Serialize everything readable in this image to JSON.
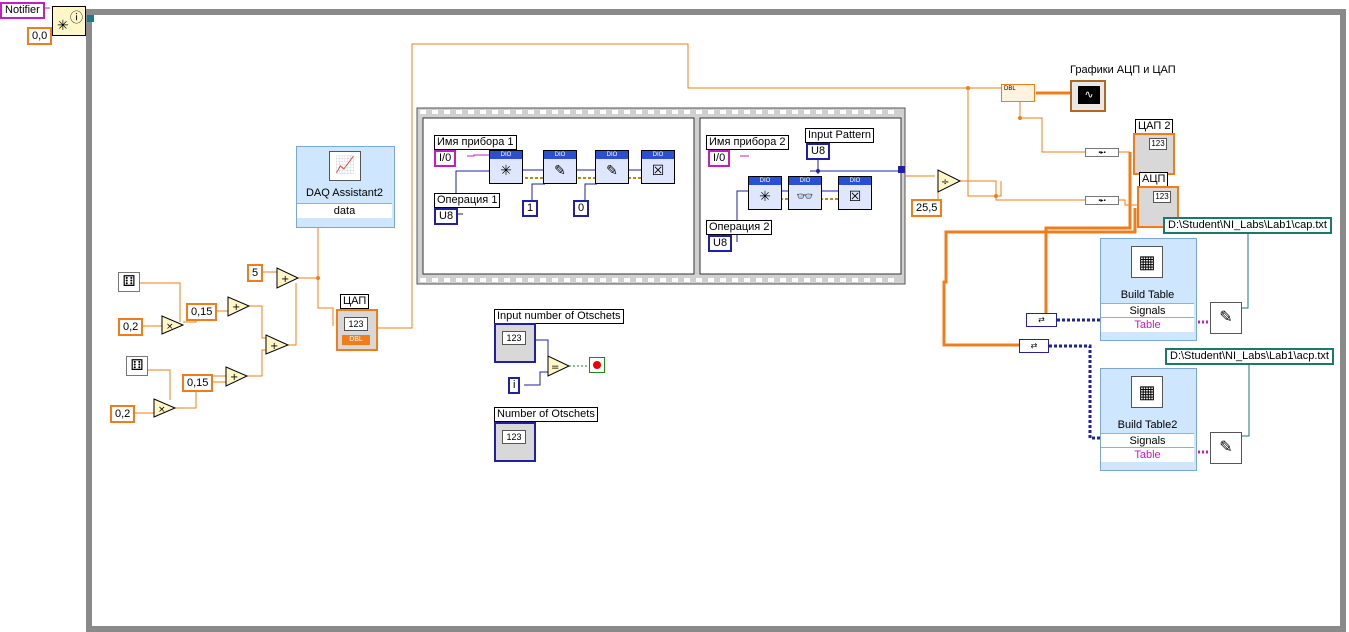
{
  "notifier": {
    "label": "Notifier",
    "value": "0,0"
  },
  "daq": {
    "title": "DAQ Assistant2",
    "port": "data"
  },
  "constants": {
    "c_02_a": "0,2",
    "c_015_a": "0,15",
    "c_015_b": "0,15",
    "c_02_b": "0,2",
    "c_5": "5",
    "c_255": "25,5",
    "c_one": "1",
    "c_zero": "0",
    "c_i": "i"
  },
  "indicators": {
    "dac": "ЦАП",
    "dac2": "ЦАП 2",
    "adc": "АЦП",
    "graphs": "Графики АЦП и ЦАП",
    "input_otschets": "Input number of Otschets",
    "number_otschets": "Number of Otschets",
    "input_pattern": "Input Pattern"
  },
  "frame1": {
    "device": "Имя прибора 1",
    "operation": "Операция 1"
  },
  "frame2": {
    "device": "Имя прибора 2",
    "operation": "Операция 2"
  },
  "types": {
    "io": "I/0",
    "u8": "U8",
    "dbl": "DBL",
    "num": "123"
  },
  "build1": {
    "title": "Build Table",
    "signals": "Signals",
    "table": "Table"
  },
  "build2": {
    "title": "Build Table2",
    "signals": "Signals",
    "table": "Table"
  },
  "paths": {
    "cap": "D:\\Student\\NI_Labs\\Lab1\\cap.txt",
    "acp": "D:\\Student\\NI_Labs\\Lab1\\acp.txt"
  },
  "colors": {
    "wire_orange": "#f07c1a",
    "wire_blue": "#2020a0",
    "wire_pink": "#c020c0",
    "wire_teal": "#1a7a6a",
    "loop_gray": "#8a8a8a"
  }
}
